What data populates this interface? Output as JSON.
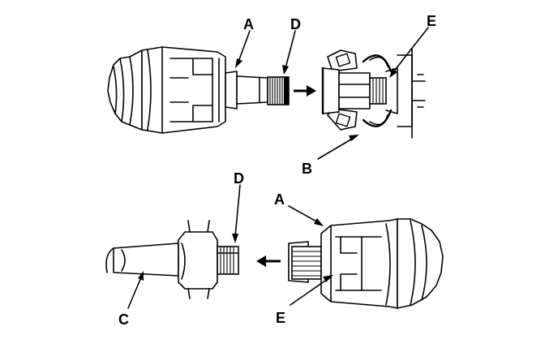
{
  "labels": {
    "a_top": "A",
    "d_top": "D",
    "e_top": "E",
    "b_top": "B",
    "d_bottom": "D",
    "a_bottom": "A",
    "c_bottom": "C",
    "e_bottom": "E"
  },
  "colors": {
    "ink": "#000000",
    "paper": "#ffffff"
  },
  "icons": {
    "top_arrow": "arrow-right-icon",
    "bottom_arrow": "arrow-left-icon"
  }
}
